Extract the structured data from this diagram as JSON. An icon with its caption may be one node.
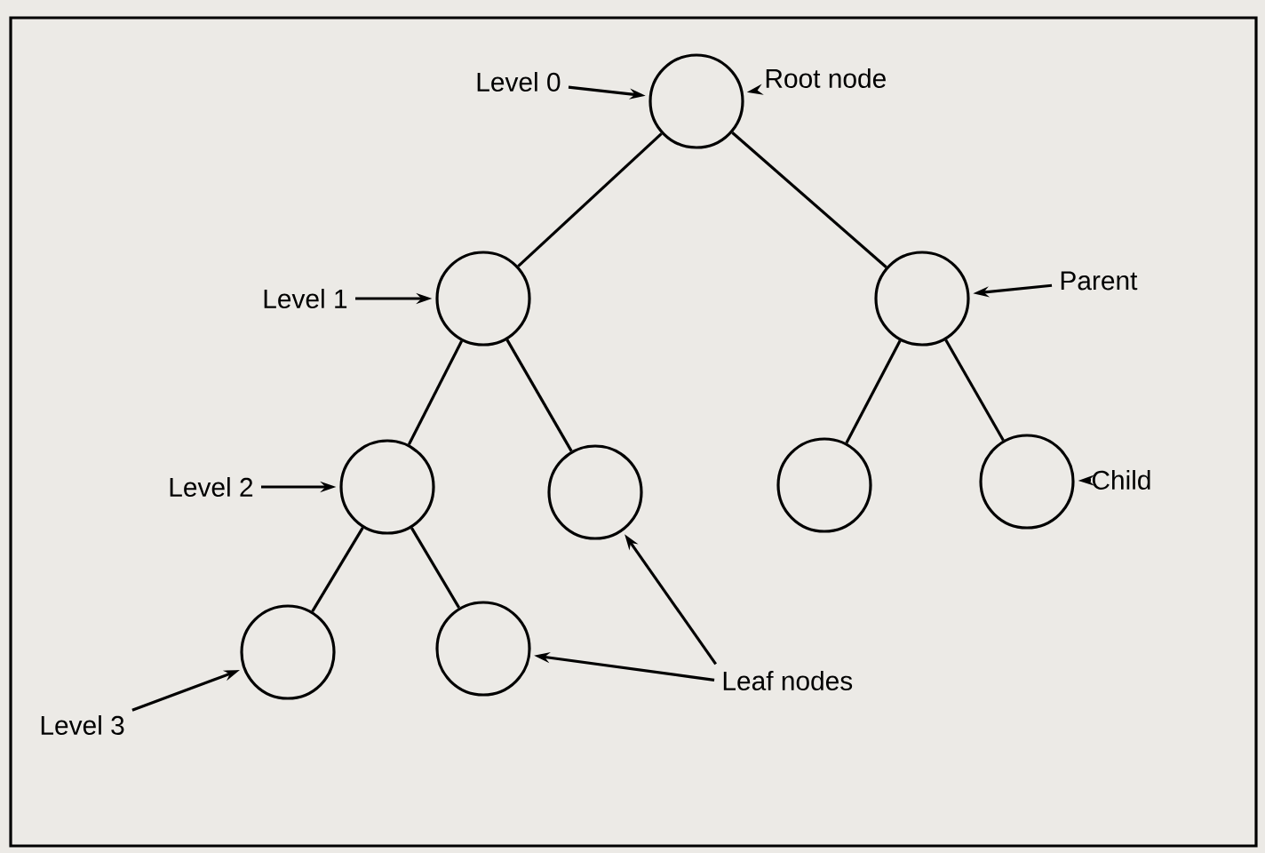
{
  "diagram": {
    "nodes": [
      {
        "text": [],
        "shape": "circle"
      },
      {
        "text": [],
        "shape": "circle"
      },
      {
        "text": [],
        "shape": "circle"
      },
      {
        "text": [],
        "shape": "circle"
      },
      {
        "text": [],
        "shape": "circle"
      },
      {
        "text": [],
        "shape": "circle"
      },
      {
        "text": [],
        "shape": "circle"
      },
      {
        "text": [],
        "shape": "circle"
      },
      {
        "text": [],
        "shape": "circle"
      },
      {
        "text": [
          "Level 0"
        ]
      },
      {
        "text": [
          "Root node"
        ]
      },
      {
        "text": [
          "Level 1"
        ]
      },
      {
        "text": [
          "Parent"
        ]
      },
      {
        "text": [
          "Level 2"
        ]
      },
      {
        "text": [
          "Child"
        ]
      },
      {
        "text": [
          "Leaf nodes"
        ]
      },
      {
        "text": [
          "Level 3"
        ]
      }
    ],
    "edges": [
      {
        "from": 0,
        "to": 1,
        "arrow": "none"
      },
      {
        "from": 0,
        "to": 2,
        "arrow": "none"
      },
      {
        "from": 1,
        "to": 3,
        "arrow": "none"
      },
      {
        "from": 1,
        "to": 4,
        "arrow": "none"
      },
      {
        "from": 2,
        "to": 5,
        "arrow": "none"
      },
      {
        "from": 2,
        "to": 6,
        "arrow": "none"
      },
      {
        "from": 3,
        "to": 7,
        "arrow": "none"
      },
      {
        "from": 3,
        "to": 8,
        "arrow": "none"
      },
      {
        "from": 9,
        "to": 0,
        "arrow": "to"
      },
      {
        "from": 10,
        "to": 0,
        "arrow": "to"
      },
      {
        "from": 11,
        "to": 1,
        "arrow": "to"
      },
      {
        "from": 12,
        "to": 2,
        "arrow": "to"
      },
      {
        "from": 13,
        "to": 3,
        "arrow": "to"
      },
      {
        "from": 14,
        "to": 6,
        "arrow": "to"
      },
      {
        "from": 15,
        "to": 4,
        "arrow": "to"
      },
      {
        "from": 15,
        "to": 8,
        "arrow": "to"
      },
      {
        "from": 16,
        "to": 7,
        "arrow": "to"
      }
    ]
  }
}
